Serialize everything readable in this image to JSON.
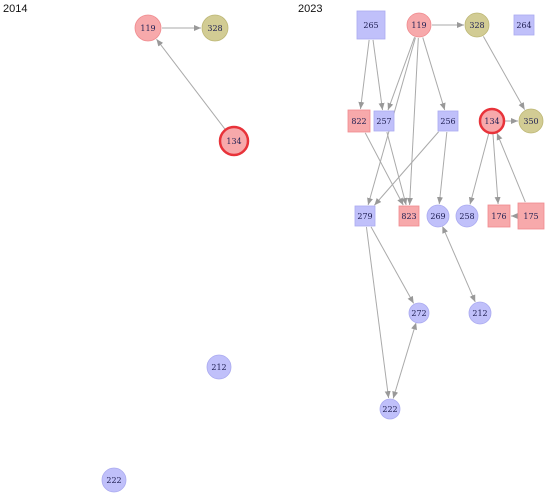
{
  "panels": [
    {
      "title": "2014",
      "nodes": [
        {
          "id": "119",
          "shape": "circle",
          "color": "pink"
        },
        {
          "id": "328",
          "shape": "circle",
          "color": "olive"
        },
        {
          "id": "134",
          "shape": "circle",
          "color": "pink",
          "highlight": true
        },
        {
          "id": "212",
          "shape": "circle",
          "color": "blue"
        },
        {
          "id": "222",
          "shape": "circle",
          "color": "blue"
        }
      ],
      "edges": [
        {
          "from": "119",
          "to": "328"
        },
        {
          "from": "134",
          "to": "119"
        }
      ]
    },
    {
      "title": "2023",
      "nodes": [
        {
          "id": "265",
          "shape": "square",
          "color": "blue"
        },
        {
          "id": "119",
          "shape": "circle",
          "color": "pink"
        },
        {
          "id": "328",
          "shape": "circle",
          "color": "olive"
        },
        {
          "id": "264",
          "shape": "square",
          "color": "blue"
        },
        {
          "id": "822",
          "shape": "square",
          "color": "pink"
        },
        {
          "id": "257",
          "shape": "square",
          "color": "blue"
        },
        {
          "id": "256",
          "shape": "square",
          "color": "blue"
        },
        {
          "id": "134",
          "shape": "circle",
          "color": "pink",
          "highlight": true
        },
        {
          "id": "350",
          "shape": "circle",
          "color": "olive"
        },
        {
          "id": "279",
          "shape": "square",
          "color": "blue"
        },
        {
          "id": "823",
          "shape": "square",
          "color": "pink"
        },
        {
          "id": "269",
          "shape": "circle",
          "color": "blue"
        },
        {
          "id": "258",
          "shape": "circle",
          "color": "blue"
        },
        {
          "id": "176",
          "shape": "square",
          "color": "pink"
        },
        {
          "id": "175",
          "shape": "square",
          "color": "pink"
        },
        {
          "id": "272",
          "shape": "circle",
          "color": "blue"
        },
        {
          "id": "212",
          "shape": "circle",
          "color": "blue"
        },
        {
          "id": "222",
          "shape": "circle",
          "color": "blue"
        }
      ],
      "edges": [
        {
          "from": "119",
          "to": "328"
        },
        {
          "from": "328",
          "to": "350"
        },
        {
          "from": "134",
          "to": "350"
        },
        {
          "from": "265",
          "to": "822"
        },
        {
          "from": "265",
          "to": "257"
        },
        {
          "from": "119",
          "to": "257"
        },
        {
          "from": "119",
          "to": "256"
        },
        {
          "from": "119",
          "to": "279"
        },
        {
          "from": "119",
          "to": "823"
        },
        {
          "from": "822",
          "to": "823"
        },
        {
          "from": "257",
          "to": "823"
        },
        {
          "from": "256",
          "to": "279"
        },
        {
          "from": "256",
          "to": "269"
        },
        {
          "from": "134",
          "to": "258"
        },
        {
          "from": "134",
          "to": "176"
        },
        {
          "from": "175",
          "to": "134"
        },
        {
          "from": "175",
          "to": "176"
        },
        {
          "from": "279",
          "to": "272"
        },
        {
          "from": "279",
          "to": "222"
        },
        {
          "from": "269",
          "to": "212",
          "bidirectional": true
        },
        {
          "from": "272",
          "to": "222",
          "bidirectional": true
        }
      ]
    }
  ],
  "colors": {
    "pink_fill": "#f7a9ab",
    "pink_stroke": "#f08a8e",
    "olive_fill": "#d2cc94",
    "olive_stroke": "#bdb775",
    "blue_fill": "#c0c0fa",
    "blue_stroke": "#aaaaf0",
    "highlight_stroke": "#e8333a",
    "edge": "#aaaaaa"
  }
}
